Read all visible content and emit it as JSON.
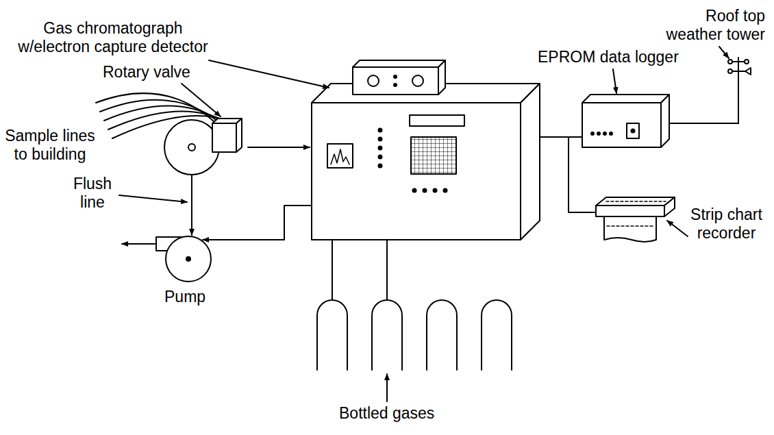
{
  "diagram": {
    "labels": [
      "Gas chromatograph w/electron capture detector",
      "Rotary valve",
      "Sample lines to building",
      "Flush line",
      "Pump",
      "EPROM data logger",
      "Roof top weather tower",
      "Strip chart recorder",
      "Bottled gases"
    ]
  }
}
